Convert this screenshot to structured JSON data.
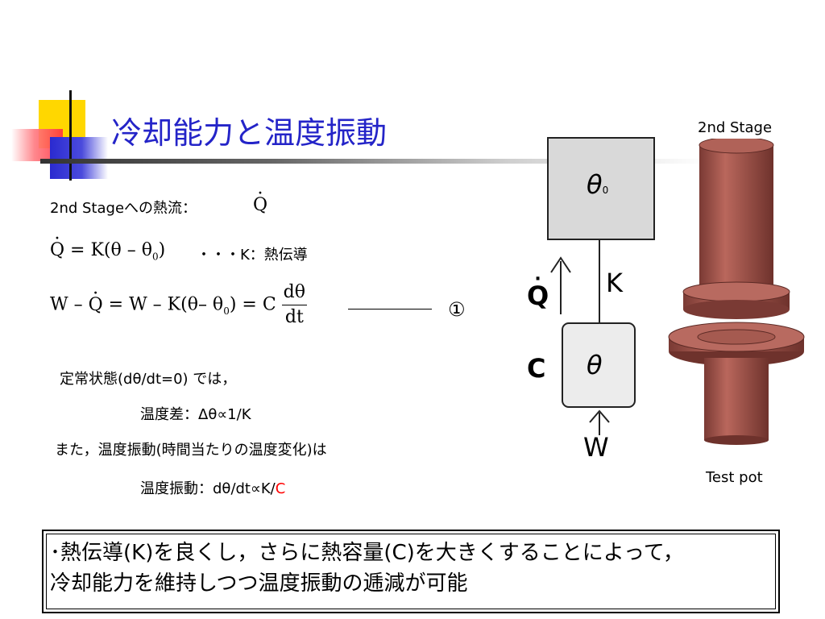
{
  "slide": {
    "title": "冷却能力と温度振動",
    "heat_flow_label": "2nd Stageへの熱流：",
    "heat_flow_symbol": "Q",
    "eq1": {
      "lhs": "Q",
      "rhs": "= K(θ – θ",
      "sub": "0",
      "close": ")",
      "note": "・・・K：熱伝導"
    },
    "eq2": {
      "part1": "W – ",
      "q": "Q",
      "part2": " = W – K(θ– θ",
      "sub": "0",
      "part3": ") = C",
      "num": "dθ",
      "den": "dt",
      "mark": "①"
    },
    "lines": {
      "steady": "定常状態(dθ/dt=0) では，",
      "diff": "温度差：Δθ∝1/K",
      "also": "また，温度振動(時間当たりの温度変化)は",
      "osc_prefix": "温度振動：dθ/dt∝K/",
      "osc_red": "C"
    },
    "conclusion": {
      "line1": "･熱伝導(K)を良くし，さらに熱容量(C)を大きくすることによって，",
      "line2": "冷却能力を維持しつつ温度振動の逓減が可能"
    }
  },
  "diagram": {
    "top_box_label": "θ",
    "top_box_sub": "0",
    "k_label": "K",
    "q_label": "Q",
    "c_label": "C",
    "bottom_box_label": "θ",
    "w_label": "W"
  },
  "illustration": {
    "top_label": "2nd Stage",
    "bottom_label": "Test pot",
    "color": "#a0524a"
  }
}
